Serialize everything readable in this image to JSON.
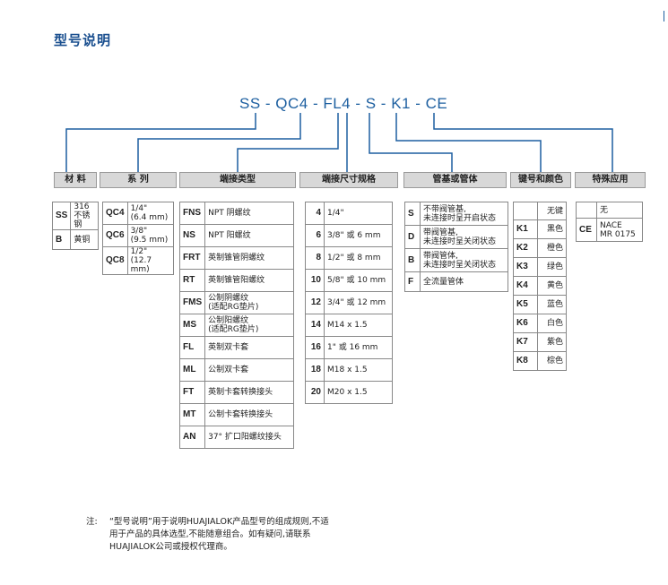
{
  "title": "型号说明",
  "code": "SS - QC4 - FL4 - S - K1 - CE",
  "headers": {
    "material": "材 料",
    "series": "系 列",
    "end_type": "端接类型",
    "end_size": "端接尺寸规格",
    "tube": "管基或管体",
    "key": "键号和颜色",
    "special": "特殊应用"
  },
  "material": [
    {
      "code": "SS",
      "desc1": "316",
      "desc2": "不锈钢"
    },
    {
      "code": "B",
      "desc1": "黄铜",
      "desc2": ""
    }
  ],
  "series": [
    {
      "code": "QC4",
      "desc1": "1/4\"",
      "desc2": "(6.4 mm)"
    },
    {
      "code": "QC6",
      "desc1": "3/8\"",
      "desc2": "(9.5 mm)"
    },
    {
      "code": "QC8",
      "desc1": "1/2\"",
      "desc2": "(12.7 mm)"
    }
  ],
  "end_type": [
    {
      "code": "FNS",
      "desc1": "NPT 阴螺纹",
      "desc2": ""
    },
    {
      "code": "NS",
      "desc1": "NPT 阳螺纹",
      "desc2": ""
    },
    {
      "code": "FRT",
      "desc1": "英制锥管阴螺纹",
      "desc2": ""
    },
    {
      "code": "RT",
      "desc1": "英制锥管阳螺纹",
      "desc2": ""
    },
    {
      "code": "FMS",
      "desc1": "公制阴螺纹",
      "desc2": "(适配RG垫片)"
    },
    {
      "code": "MS",
      "desc1": "公制阳螺纹",
      "desc2": "(适配RG垫片)"
    },
    {
      "code": "FL",
      "desc1": "英制双卡套",
      "desc2": ""
    },
    {
      "code": "ML",
      "desc1": "公制双卡套",
      "desc2": ""
    },
    {
      "code": "FT",
      "desc1": "英制卡套转换接头",
      "desc2": ""
    },
    {
      "code": "MT",
      "desc1": "公制卡套转换接头",
      "desc2": ""
    },
    {
      "code": "AN",
      "desc1": "37° 扩口阳螺纹接头",
      "desc2": ""
    }
  ],
  "end_size": [
    {
      "code": "4",
      "desc1": "1/4\""
    },
    {
      "code": "6",
      "desc1": "3/8\" 或 6 mm"
    },
    {
      "code": "8",
      "desc1": "1/2\" 或 8 mm"
    },
    {
      "code": "10",
      "desc1": "5/8\" 或 10 mm"
    },
    {
      "code": "12",
      "desc1": "3/4\" 或 12 mm"
    },
    {
      "code": "14",
      "desc1": "M14 x 1.5"
    },
    {
      "code": "16",
      "desc1": "1\" 或 16 mm"
    },
    {
      "code": "18",
      "desc1": "M18 x 1.5"
    },
    {
      "code": "20",
      "desc1": "M20 x 1.5"
    }
  ],
  "tube": [
    {
      "code": "S",
      "desc1": "不带阀管基,",
      "desc2": "未连接时呈开启状态"
    },
    {
      "code": "D",
      "desc1": "带阀管基,",
      "desc2": "未连接时呈关闭状态"
    },
    {
      "code": "B",
      "desc1": "带阀管体,",
      "desc2": "未连接时呈关闭状态"
    },
    {
      "code": "F",
      "desc1": "全流量管体",
      "desc2": ""
    }
  ],
  "key": [
    {
      "code": "",
      "desc1": "无键"
    },
    {
      "code": "K1",
      "desc1": "黑色"
    },
    {
      "code": "K2",
      "desc1": "橙色"
    },
    {
      "code": "K3",
      "desc1": "绿色"
    },
    {
      "code": "K4",
      "desc1": "黄色"
    },
    {
      "code": "K5",
      "desc1": "蓝色"
    },
    {
      "code": "K6",
      "desc1": "白色"
    },
    {
      "code": "K7",
      "desc1": "紫色"
    },
    {
      "code": "K8",
      "desc1": "棕色"
    }
  ],
  "special": [
    {
      "code": "",
      "desc1": "无",
      "desc2": ""
    },
    {
      "code": "CE",
      "desc1": "NACE",
      "desc2": "MR 0175"
    }
  ],
  "note": {
    "label": "注:",
    "text": "“型号说明”用于说明HUAJIALOK产品型号的组成规则,不适用于产品的具体选型,不能随意组合。如有疑问,请联系HUAJIALOK公司或授权代理商。"
  },
  "colors": {
    "title": "#1a4f8f",
    "code": "#1d5fa0",
    "lines": "#1d5fa0",
    "header_bg": "#d8d8d8"
  }
}
